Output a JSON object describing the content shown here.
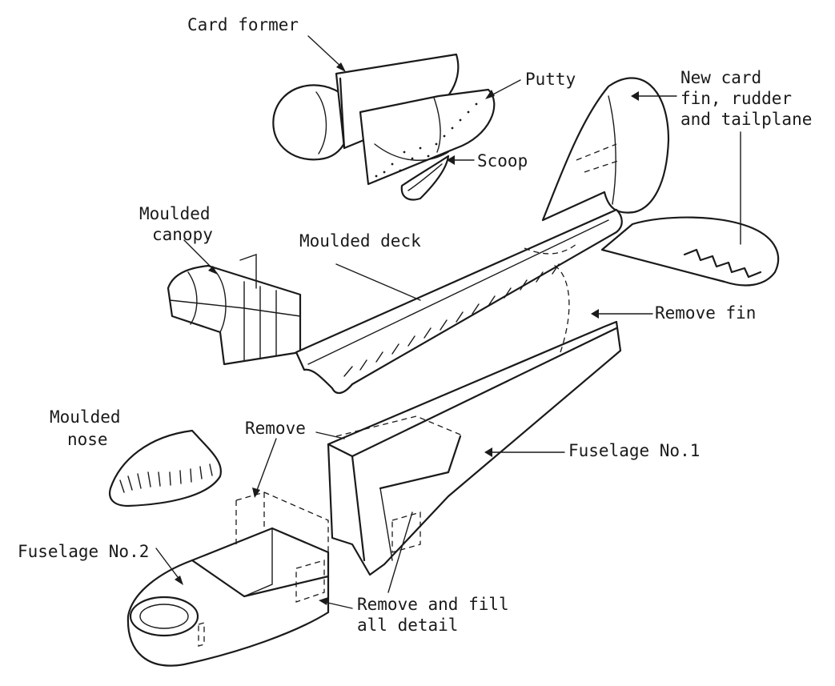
{
  "labels": {
    "card_former": "Card former",
    "putty": "Putty",
    "scoop": "Scoop",
    "new_card_line1": "New card",
    "new_card_line2": "fin, rudder",
    "new_card_line3": "and tailplane",
    "moulded_canopy_line1": "Moulded",
    "moulded_canopy_line2": "canopy",
    "moulded_deck": "Moulded deck",
    "remove_fin": "Remove fin",
    "moulded_nose_line1": "Moulded",
    "moulded_nose_line2": "nose",
    "remove": "Remove",
    "fuselage_no1": "Fuselage No.1",
    "fuselage_no2": "Fuselage No.2",
    "remove_fill_line1": "Remove and fill",
    "remove_fill_line2": "all detail"
  }
}
